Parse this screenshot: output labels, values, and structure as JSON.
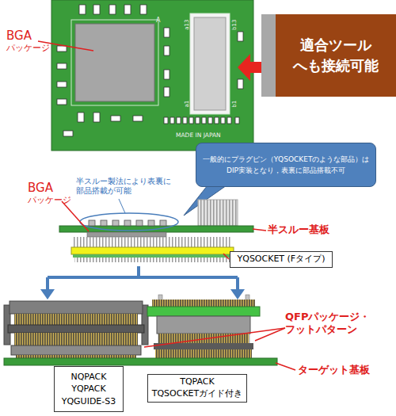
{
  "diagram": {
    "nodes": [
      {
        "text": [
          "適合ツール へも接続可能"
        ]
      },
      {
        "text": [
          "一般的にプラグピン（YQSOCKETのような部品）は DIP実装となり，表裏に部品搭載不可"
        ]
      },
      {
        "text": [
          "YQSOCKET (Fタイプ)"
        ]
      },
      {
        "text": [
          "NQPACK YQPACK YQGUIDE-S3"
        ]
      },
      {
        "text": [
          "TQPACK TQSOCKETガイド付き"
        ]
      }
    ],
    "labels": [
      "BGA パッケージ",
      "A",
      "a13",
      "b13",
      "a1",
      "b1",
      "MADE IN JAPAN",
      "BGA パッケージ",
      "半スルー製法により表裏に 部品搭載が可能",
      "半スルー基板",
      "QFPパッケージ・ フットパターン",
      "ターゲット基板"
    ]
  }
}
